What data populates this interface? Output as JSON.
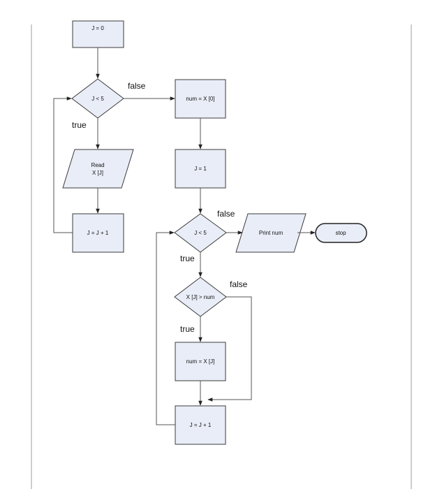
{
  "nodes": {
    "init_j": "J  =  0",
    "cond_read_loop": "J < 5",
    "read_line1": "Read",
    "read_line2": "X [J]",
    "increment_read": "J = J + 1",
    "assign_num": "num = X [0]",
    "set_j_one": "J = 1",
    "cond_max_loop": "J < 5",
    "print_num": "Print num",
    "stop": "stop",
    "cond_compare": "X [J] > num",
    "assign_max": "num = X [J]",
    "increment_max": "J = J + 1"
  },
  "edge_labels": {
    "read_loop_false": "false",
    "read_loop_true": "true",
    "max_loop_false": "false",
    "max_loop_true": "true",
    "compare_false": "false",
    "compare_true": "true"
  },
  "colors": {
    "node_fill": "#e9edf7",
    "node_stroke": "#3b3b3b",
    "edge": "#555555"
  }
}
